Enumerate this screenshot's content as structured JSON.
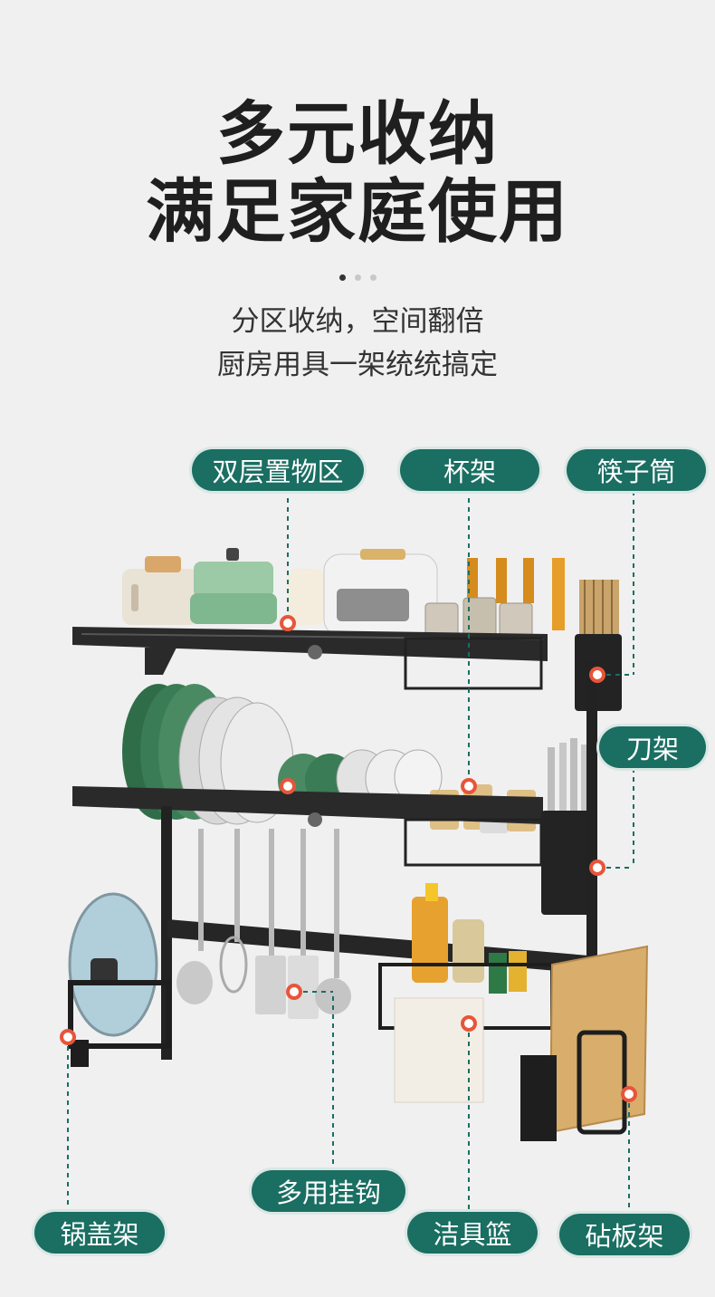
{
  "header": {
    "title_line1": "多元收纳",
    "title_line2": "满足家庭使用",
    "subtitle_line1": "分区收纳，空间翻倍",
    "subtitle_line2": "厨房用具一架统统搞定"
  },
  "pager": {
    "count": 3,
    "active_index": 0
  },
  "labels": {
    "double_layer": "双层置物区",
    "cup_rack": "杯架",
    "chopstick_holder": "筷子筒",
    "knife_rack": "刀架",
    "multi_hook": "多用挂钩",
    "pot_lid_rack": "锅盖架",
    "cleaning_basket": "洁具篮",
    "cutting_board_rack": "砧板架"
  },
  "colors": {
    "accent": "#1a6e62",
    "marker": "#e8553a",
    "rack": "#222222",
    "background": "#f0f0f0"
  }
}
